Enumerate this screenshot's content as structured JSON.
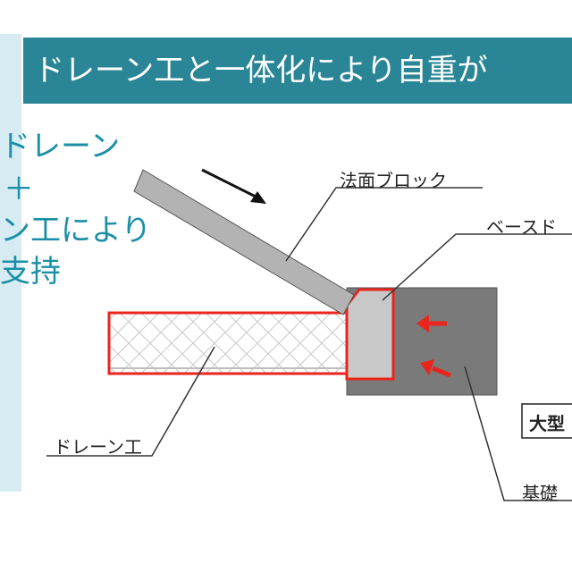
{
  "header": {
    "title": "ドレーン工と一体化により自重が"
  },
  "side_note": {
    "line1": "ドレーン",
    "line2": "＋",
    "line3": "ン工により",
    "line4": "支持"
  },
  "labels": {
    "slope_block": "法面ブロック",
    "base": "ベースド",
    "drain": "ドレーン工",
    "large_block": "大型",
    "foundation": "基礎"
  },
  "colors": {
    "header_bg": "#2a8696",
    "side_text": "#1b8fa6",
    "highlight": "#e8261c",
    "block_gray": "#7a7a7a",
    "slope_gray": "#b3b3b3",
    "base_gray": "#c8c8c8"
  }
}
